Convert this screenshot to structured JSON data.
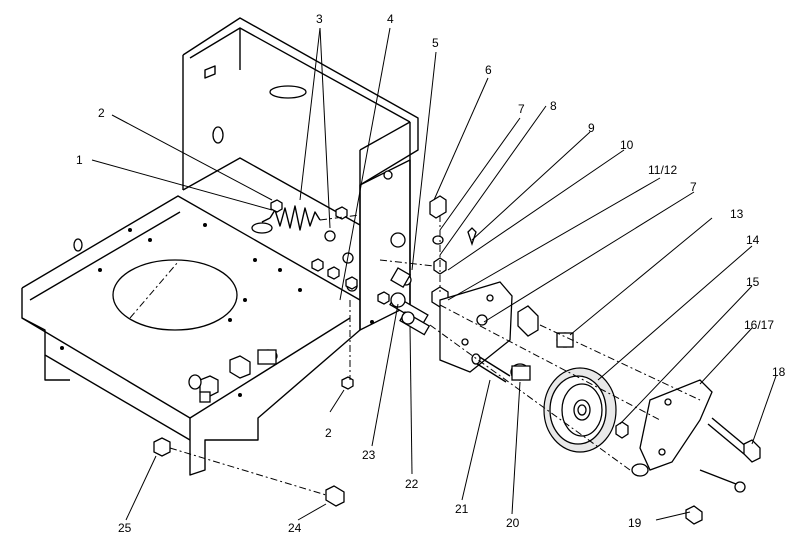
{
  "callouts": [
    {
      "id": "c1",
      "text": "1"
    },
    {
      "id": "c2a",
      "text": "2"
    },
    {
      "id": "c2b",
      "text": "2"
    },
    {
      "id": "c3",
      "text": "3"
    },
    {
      "id": "c4",
      "text": "4"
    },
    {
      "id": "c5",
      "text": "5"
    },
    {
      "id": "c6",
      "text": "6"
    },
    {
      "id": "c7a",
      "text": "7"
    },
    {
      "id": "c7b",
      "text": "7"
    },
    {
      "id": "c8",
      "text": "8"
    },
    {
      "id": "c9",
      "text": "9"
    },
    {
      "id": "c10",
      "text": "10"
    },
    {
      "id": "c11",
      "text": "11/12"
    },
    {
      "id": "c13",
      "text": "13"
    },
    {
      "id": "c14",
      "text": "14"
    },
    {
      "id": "c15",
      "text": "15"
    },
    {
      "id": "c16",
      "text": "16/17"
    },
    {
      "id": "c18",
      "text": "18"
    },
    {
      "id": "c19",
      "text": "19"
    },
    {
      "id": "c20",
      "text": "20"
    },
    {
      "id": "c21",
      "text": "21"
    },
    {
      "id": "c22",
      "text": "22"
    },
    {
      "id": "c23",
      "text": "23"
    },
    {
      "id": "c24",
      "text": "24"
    },
    {
      "id": "c25",
      "text": "25"
    }
  ]
}
